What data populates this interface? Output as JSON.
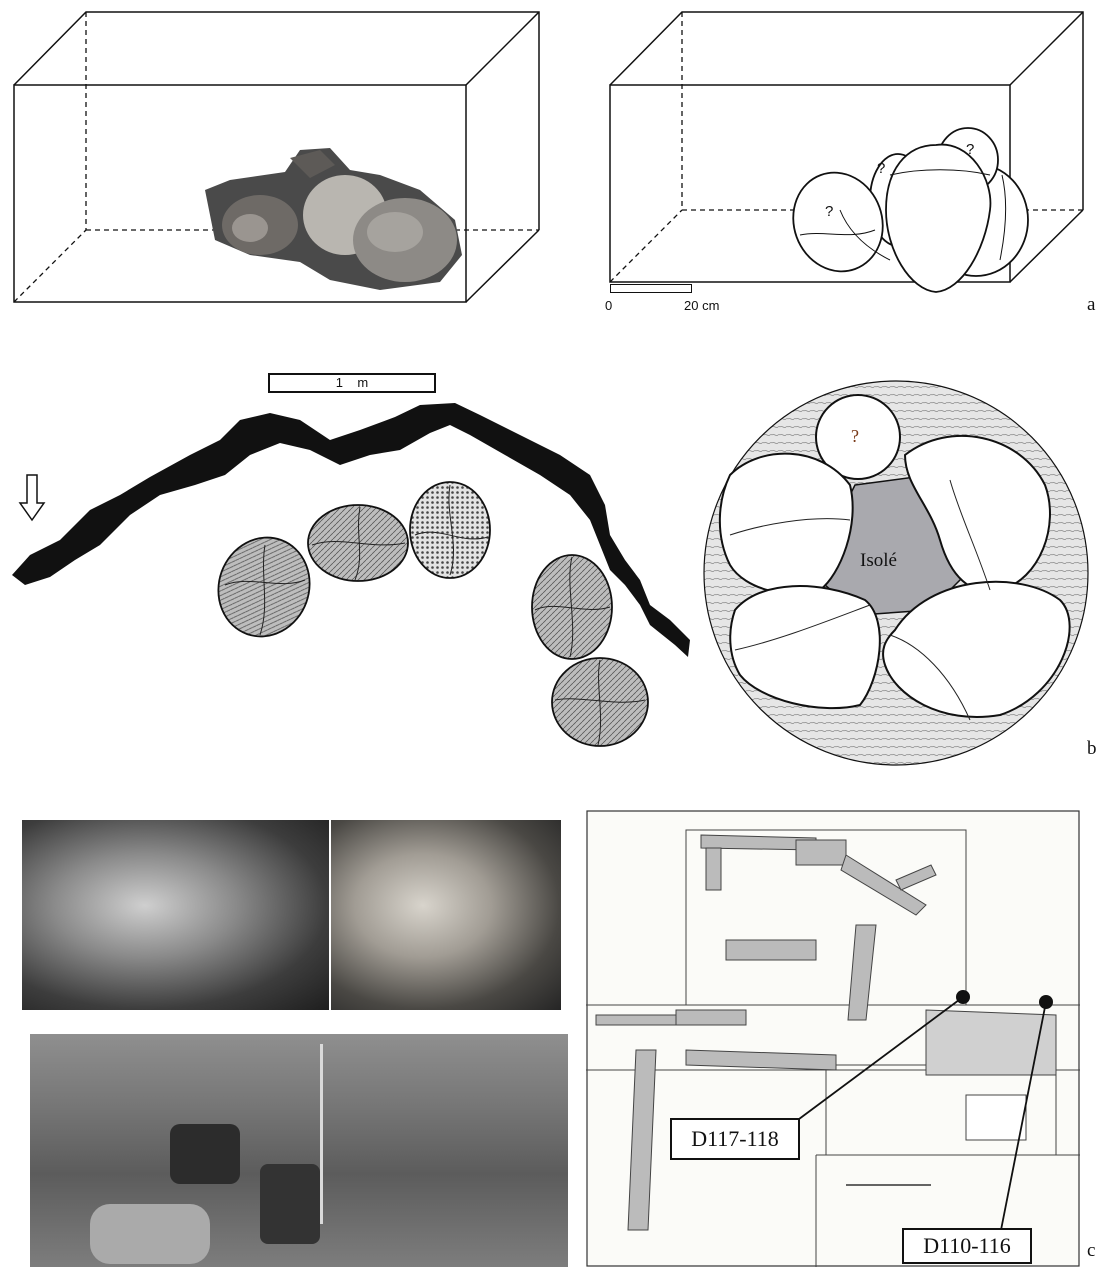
{
  "panel_a": {
    "scale": {
      "zero": "0",
      "end": "20 cm"
    },
    "question_mark": "?",
    "letter": "a"
  },
  "panel_b": {
    "scale_label": "1    m",
    "center_label": "Isolé",
    "question_mark": "?",
    "letter": "b"
  },
  "panel_c": {
    "labels": [
      "D117-118",
      "D110-116"
    ],
    "letter": "c"
  },
  "colors": {
    "ink": "#111111",
    "isole_fill": "#a9a9ae",
    "ring_fill": "#dcdcdc",
    "photo_dark": "#3a3a3a"
  }
}
